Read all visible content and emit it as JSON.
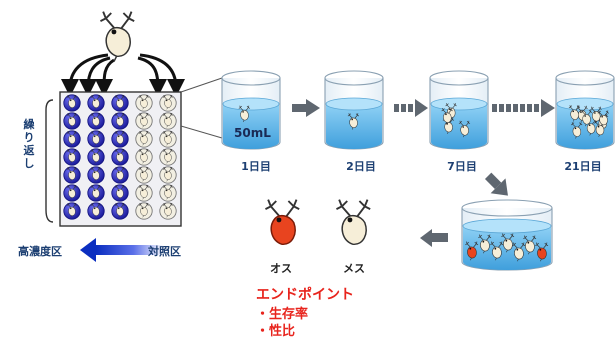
{
  "labels": {
    "repeat": "繰り返し",
    "high_conc": "高濃度区",
    "control": "対照区",
    "volume": "50mL",
    "male": "オス",
    "female": "メス"
  },
  "days": [
    "1日目",
    "2日目",
    "7日目",
    "21日目"
  ],
  "endpoint": {
    "title": "エンドポイント",
    "items": [
      "・生存率",
      "・性比"
    ]
  },
  "grid": {
    "rows": 7,
    "cols": 5,
    "dark_columns": 3,
    "light_columns": 2
  },
  "colors": {
    "navy": "#1c3f72",
    "well_blue": "#3a39c9",
    "well_light": "#f2efe2",
    "water": "#5cb8ea",
    "red_text": "#e8241d",
    "arrow_gray": "#5f6770",
    "daphnia_body": "#f6eed8",
    "male_body": "#e8441f"
  }
}
